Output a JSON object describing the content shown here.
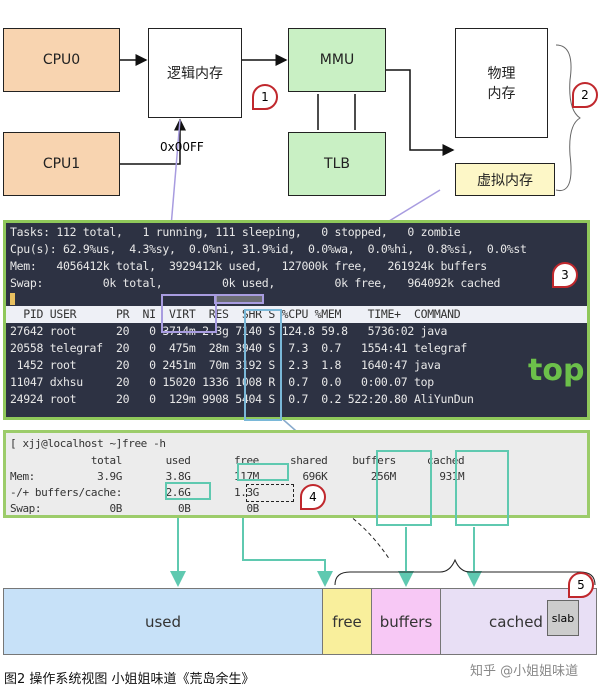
{
  "diagram": {
    "cpu0": "CPU0",
    "cpu1": "CPU1",
    "logical_mem": "逻辑内存",
    "mmu": "MMU",
    "tlb": "TLB",
    "physical_mem": "物理\n内存",
    "virtual_mem": "虚拟内存",
    "address": "0x00FF",
    "badges": [
      "1",
      "2",
      "3",
      "4",
      "5"
    ]
  },
  "top": {
    "lines": [
      "Tasks: 112 total,   1 running, 111 sleeping,   0 stopped,   0 zombie",
      "Cpu(s): 62.9%us,  4.3%sy,  0.0%ni, 31.9%id,  0.0%wa,  0.0%hi,  0.8%si,  0.0%st",
      "Mem:   4056412k total,  3929412k used,   127000k free,   261924k buffers",
      "Swap:         0k total,         0k used,         0k free,   964092k cached"
    ],
    "header": "  PID USER      PR  NI  VIRT  RES  SHR S %CPU %MEM    TIME+  COMMAND",
    "rows": [
      "27642 root      20   0 3714m 2.3g 7140 S 124.8 59.8   5736:02 java",
      "20558 telegraf  20   0  475m  28m 3940 S  7.3  0.7   1554:41 telegraf",
      " 1452 root      20   0 2451m  70m 3192 S  2.3  1.8   1640:47 java",
      "11047 dxhsu     20   0 15020 1336 1008 R  0.7  0.0   0:00.07 top",
      "24924 root      20   0  129m 9908 5404 S  0.7  0.2 522:20.80 AliYunDun"
    ],
    "label": "top"
  },
  "free": {
    "lines": [
      "[ xjj@localhost ~]free -h",
      "             total       used       free     shared    buffers     cached",
      "Mem:          3.9G       3.8G       117M       696K       256M       931M",
      "-/+ buffers/cache:       2.6G       1.3G",
      "Swap:           0B         0B         0B"
    ]
  },
  "bar": {
    "used": "used",
    "free": "free",
    "buffers": "buffers",
    "cached": "cached",
    "slab": "slab"
  },
  "colors": {
    "cpu": "#f8d4b0",
    "mmu": "#c9f0c4",
    "virtual": "#fdf7c7",
    "used": "#c7e1f8",
    "free": "#f9ef9c",
    "buffers": "#f7c8f5",
    "cached": "#e8dff5"
  },
  "caption": "图2 操作系统视图 小姐姐味道《荒岛余生》",
  "watermark": "知乎 @小姐姐味道"
}
